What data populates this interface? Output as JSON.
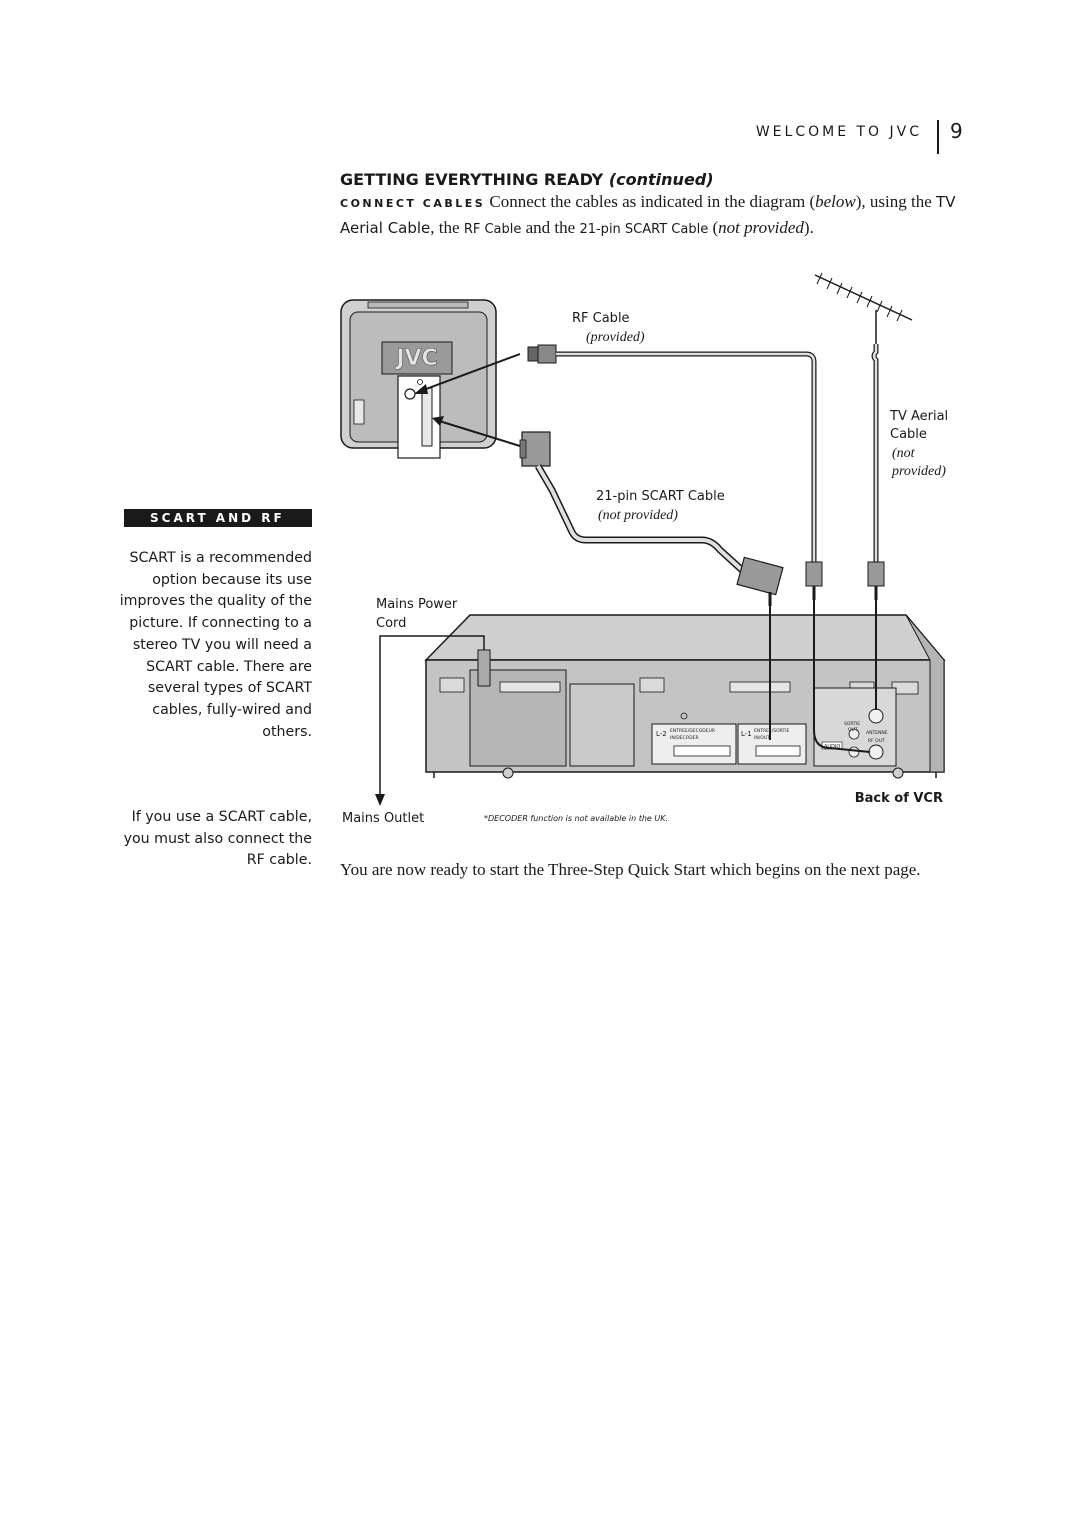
{
  "header": {
    "running_head": "WELCOME TO JVC",
    "page_number": "9"
  },
  "section": {
    "title": "GETTING EVERYTHING READY",
    "title_continued": "(continued)"
  },
  "intro": {
    "lead": "CONNECT CABLES",
    "t1": " Connect the cables as indicated in the diagram (",
    "below": "below",
    "t2": "), using the ",
    "tv_aerial": "TV Aerial Cable",
    "t3": ", the ",
    "rf_cable": "RF Cable",
    "t4": " and the ",
    "scart_cable": "21-pin SCART Cable",
    "t5": " (",
    "not_provided": "not provided",
    "t6": ")."
  },
  "sidebar": {
    "heading": "SCART AND RF",
    "paragraphs": [
      "SCART is a recommended option because its use improves the quality of the picture. If connecting to a stereo TV you will need a SCART cable. There are several types of SCART cables, fully-wired and others.",
      "If you use a SCART cable, you must also connect the RF cable."
    ]
  },
  "diagram": {
    "rf_cable_label": "RF Cable",
    "rf_cable_note": "(provided)",
    "tv_aerial_label_1": "TV Aerial",
    "tv_aerial_label_2": "Cable",
    "tv_aerial_note_1": "(not",
    "tv_aerial_note_2": "provided)",
    "scart_label": "21-pin SCART Cable",
    "scart_note": "(not provided)",
    "mains_power_1": "Mains Power",
    "mains_power_2": "Cord",
    "mains_outlet": "Mains Outlet",
    "back_of_vcr": "Back of VCR",
    "decoder_note": "*DECODER function is not available in the UK.",
    "tv_brand": "JVC",
    "vcr_l2": "L-2",
    "vcr_l2_text_1": "ENTREE/DECODEUR",
    "vcr_l2_text_2": "IN/DECODER",
    "vcr_l1": "L-1",
    "vcr_l1_text_1": "ENTREE/SORTIE",
    "vcr_l1_text_2": "IN/OUT",
    "vcr_audio": "AUDIO",
    "vcr_sortie": "SORTIE",
    "vcr_out": "OUT",
    "vcr_antenne": "ANTENNE",
    "vcr_rf_out": "RF OUT"
  },
  "closing": "You are now ready to start the Three-Step Quick Start which begins on the next page."
}
